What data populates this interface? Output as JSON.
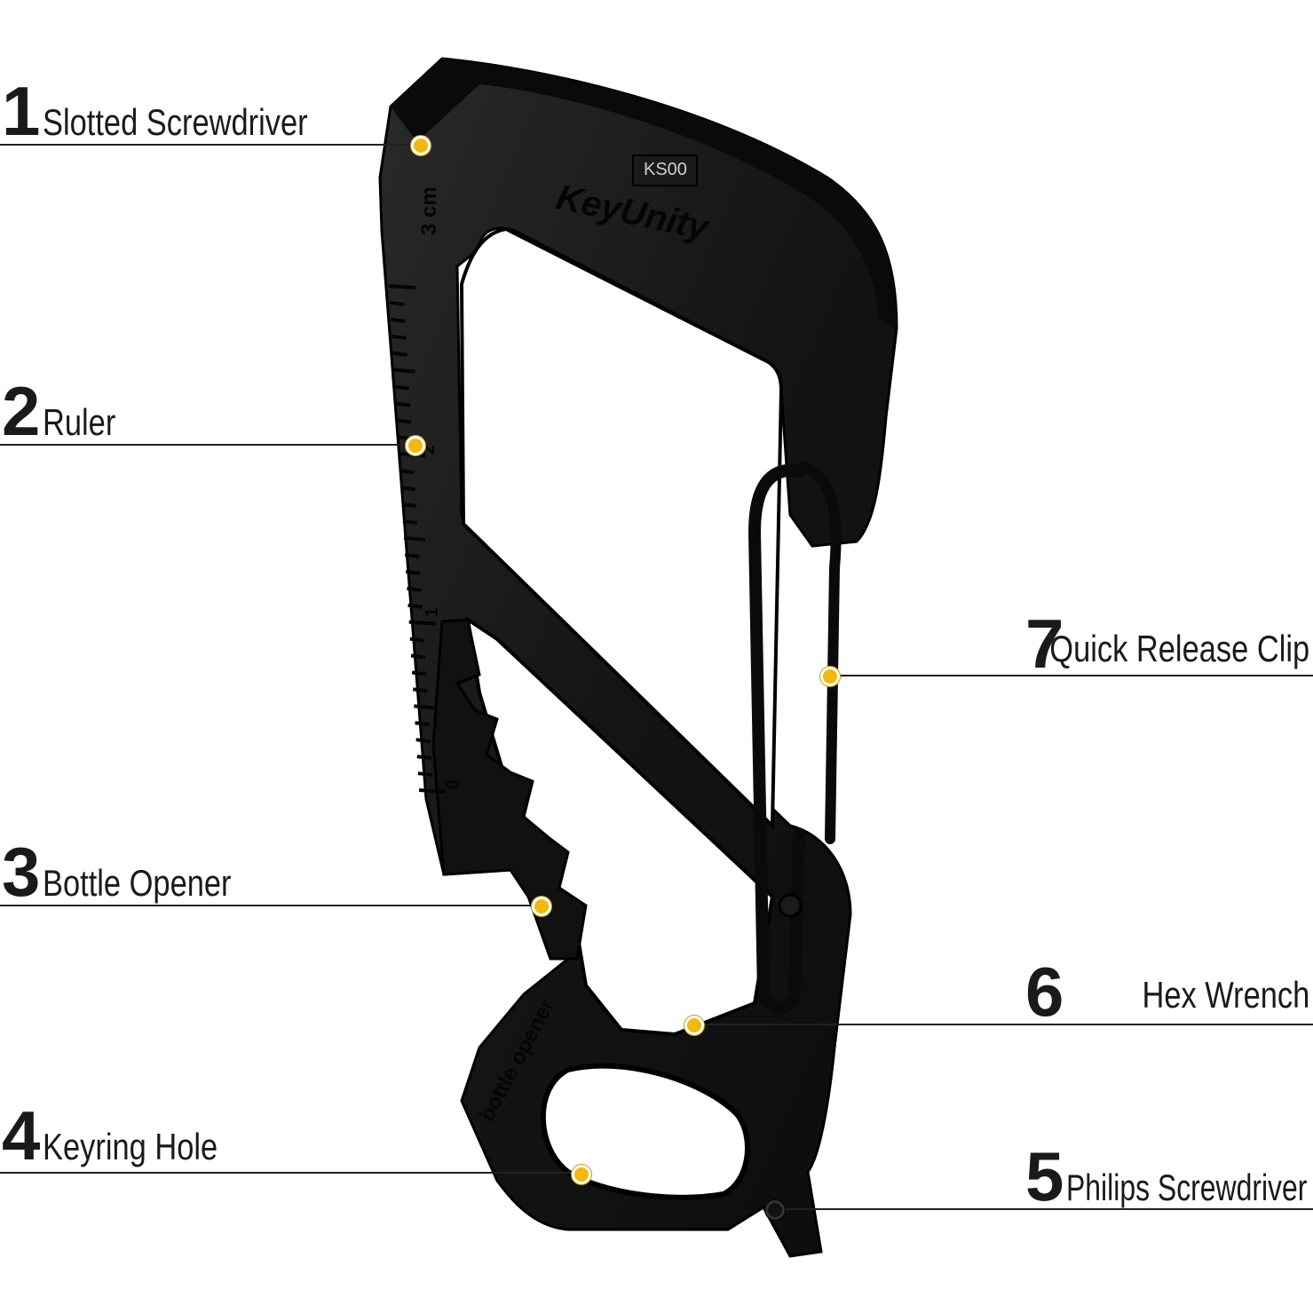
{
  "product": {
    "brand": "KeyUnity",
    "model": "KS00",
    "engravings": {
      "ruler_unit": "3 cm",
      "ruler_mark_2": "2",
      "ruler_mark_1": "1",
      "ruler_mark_0": "0",
      "opener": "bottle opener"
    }
  },
  "callouts": [
    {
      "number": "1",
      "label": "Slotted Screwdriver",
      "icon": "screwdriver-slot"
    },
    {
      "number": "2",
      "label": "Ruler",
      "icon": "ruler"
    },
    {
      "number": "3",
      "label": "Bottle Opener",
      "icon": "bottle-opener"
    },
    {
      "number": "4",
      "label": "Keyring Hole",
      "icon": "keyring-hole"
    },
    {
      "number": "5",
      "label": "Philips Screwdriver",
      "icon": "screwdriver-phillips"
    },
    {
      "number": "6",
      "label": "Hex Wrench",
      "icon": "hex-wrench"
    },
    {
      "number": "7",
      "label": "Quick Release Clip",
      "icon": "clip"
    }
  ],
  "colors": {
    "marker": "#f2b90c",
    "tool_body": "#141414",
    "leader_line": "#222222"
  }
}
